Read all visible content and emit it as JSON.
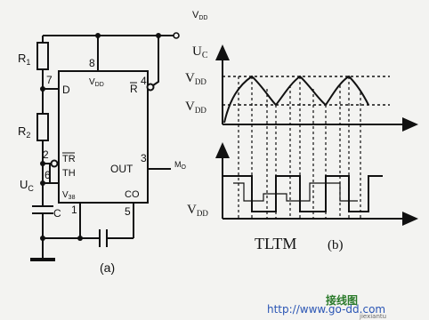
{
  "circuit": {
    "vdd_top": "V",
    "vdd_top_sub": "DD",
    "r1": "R",
    "r1_sub": "1",
    "r2": "R",
    "r2_sub": "2",
    "uc": "U",
    "uc_sub": "C",
    "cap": "C",
    "pin7": "7",
    "pin_d": "D",
    "pin8": "8",
    "vdd_pin": "V",
    "vdd_pin_sub": "DD",
    "pin_r": "R",
    "pin4": "4",
    "pin2": "2",
    "pin_tr": "TR",
    "pin_th": "TH",
    "pin6": "6",
    "pin3": "3",
    "out": "OUT",
    "mo": "M",
    "mo_sub": "O",
    "v38": "V",
    "v38_sub": "38",
    "pin1": "1",
    "co": "CO",
    "pin5": "5",
    "caption_a": "(a)"
  },
  "waveform": {
    "uc": "U",
    "uc_sub": "C",
    "vdd_high": "V",
    "vdd_high_sub": "DD",
    "vdd_low": "V",
    "vdd_low_sub": "DD",
    "vdd_out": "V",
    "vdd_out_sub": "DD",
    "tltm": "TLTM",
    "caption_b": "(b)"
  },
  "watermark": {
    "cn": "接线图",
    "site": "http://www.go-dd.com",
    "pinyin": "jiexiantu"
  }
}
